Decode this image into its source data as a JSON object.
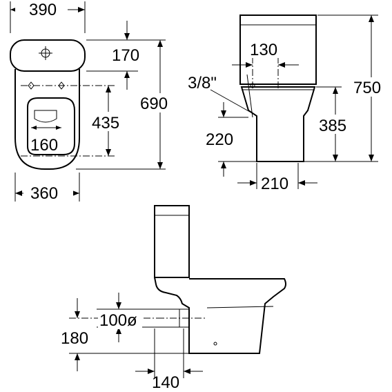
{
  "drawing": {
    "top_view": {
      "width_top": "390",
      "tank_depth": "170",
      "fixing_spacing": "435",
      "overall_depth": "690",
      "fixing_width": "160",
      "width_bottom": "360"
    },
    "side_view": {
      "inlet_offset": "130",
      "inlet_size": "3/8\"",
      "overall_height": "750",
      "inlet_height": "220",
      "seat_height": "385",
      "base_width": "210"
    },
    "outlet_view": {
      "outlet_diameter": "100ø",
      "outlet_height": "180",
      "outlet_offset": "140"
    }
  }
}
